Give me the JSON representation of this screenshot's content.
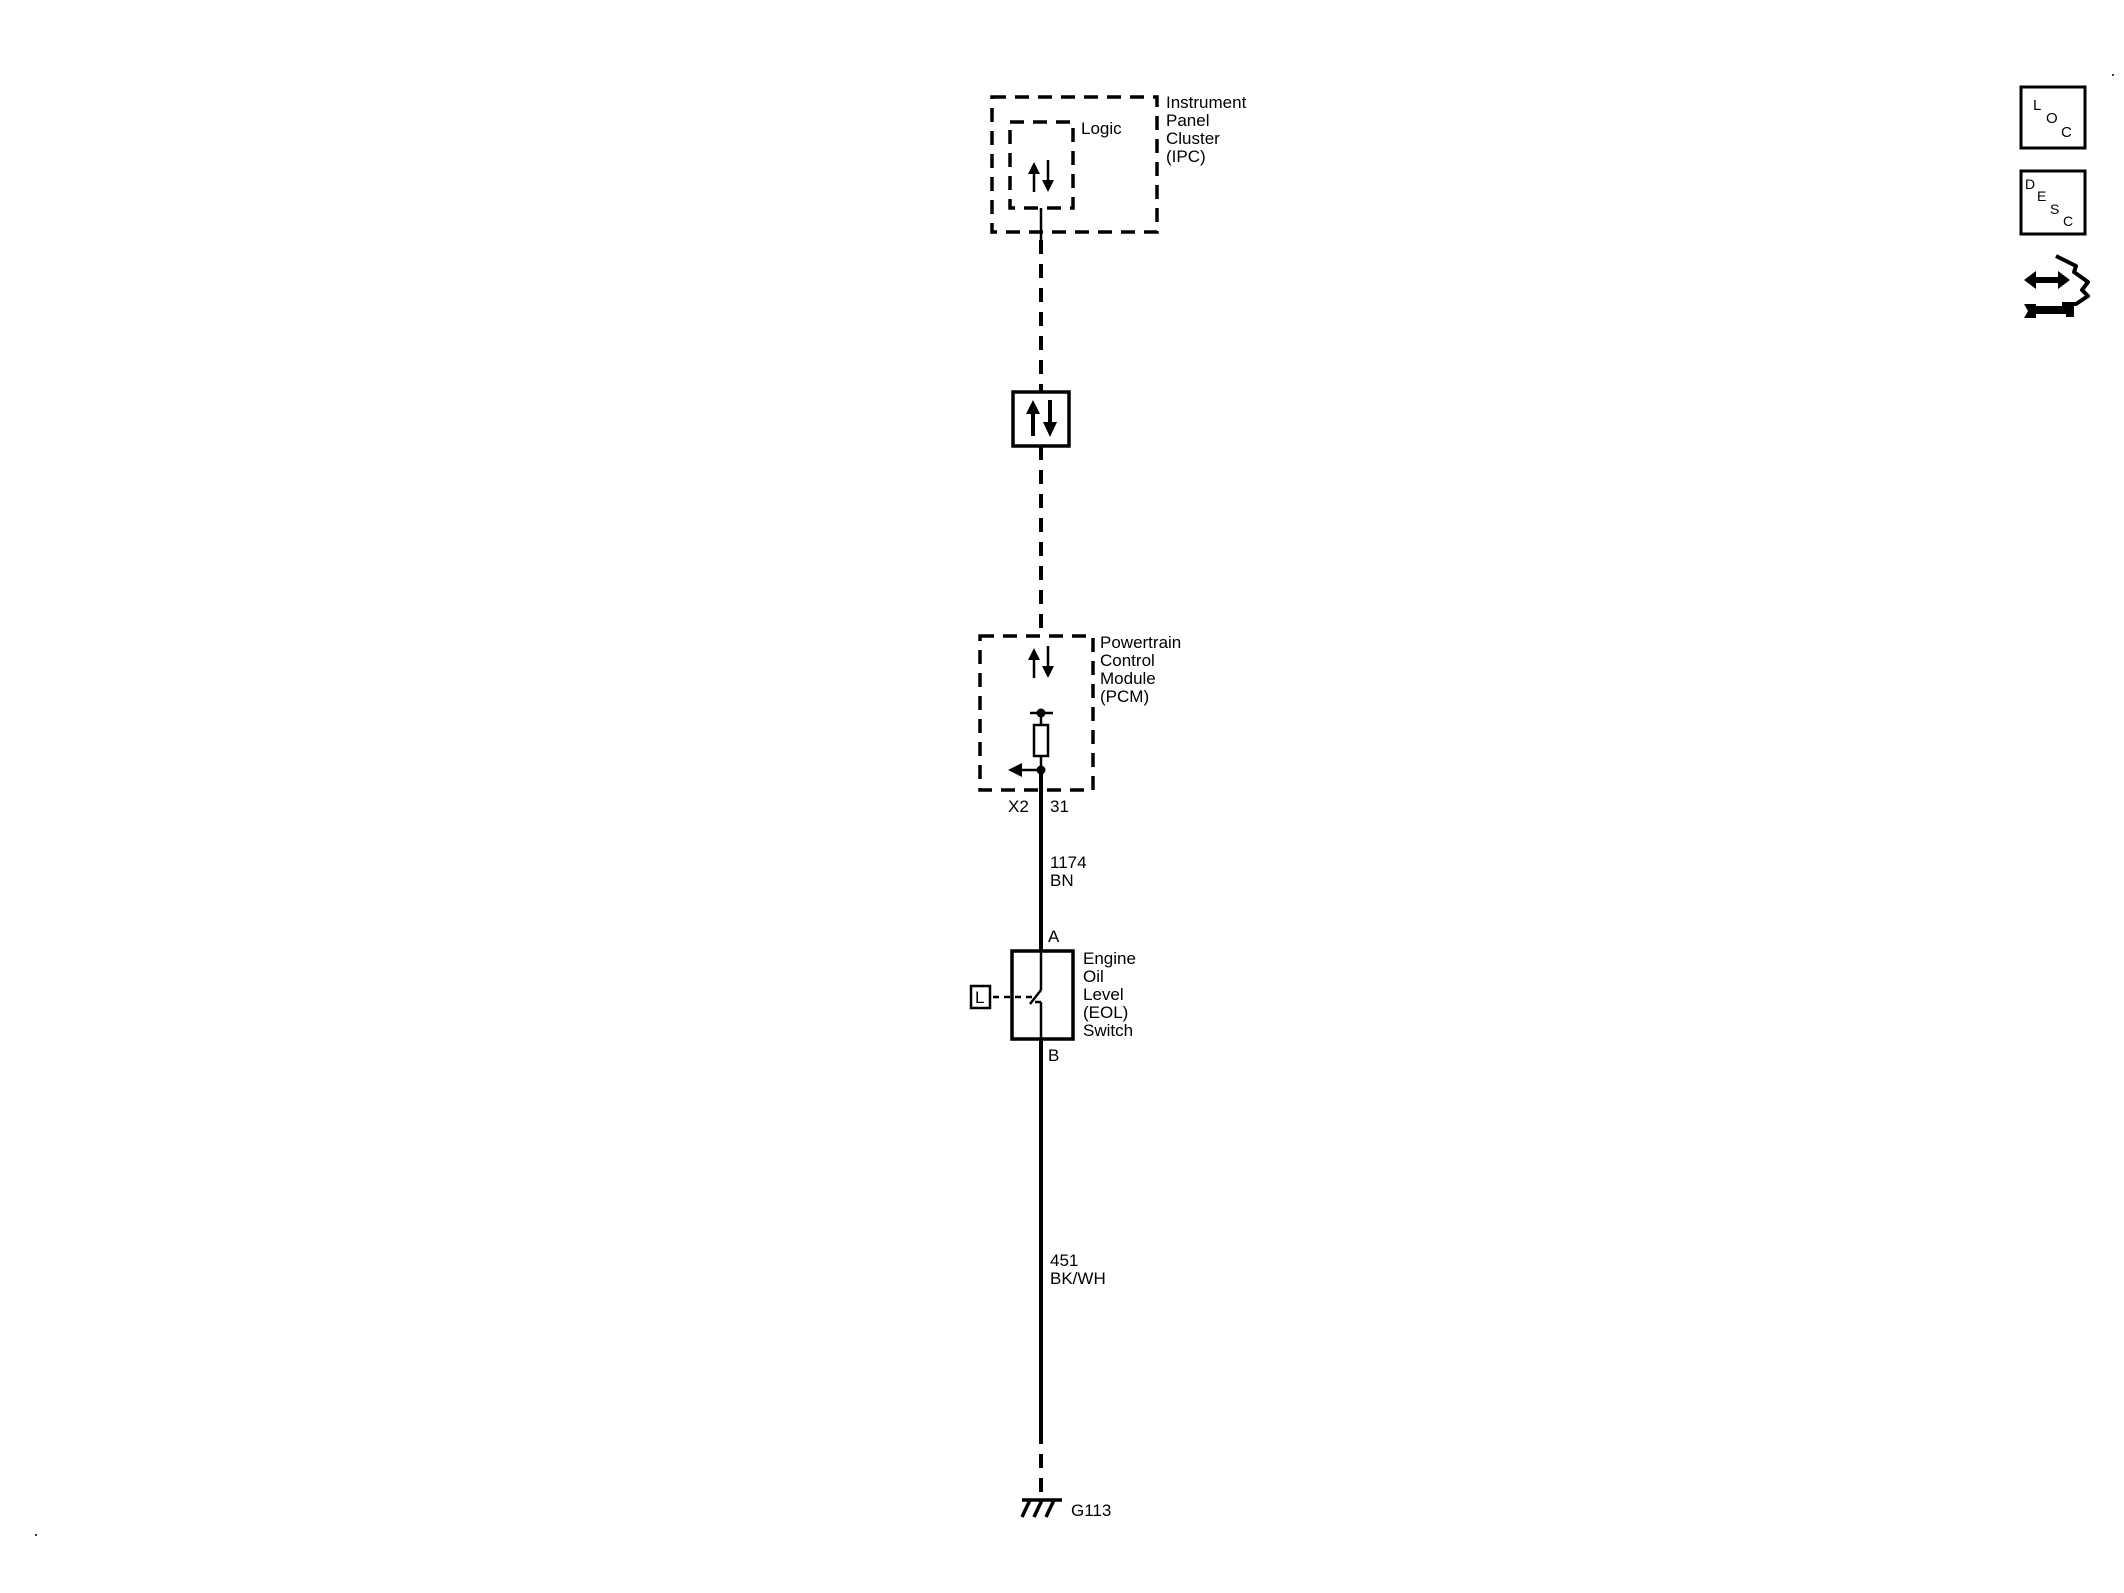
{
  "colors": {
    "background": "#ffffff",
    "ink": "#000000"
  },
  "ipc": {
    "label_lines": [
      "Instrument",
      "Panel",
      "Cluster",
      "(IPC)"
    ],
    "logic_label": "Logic"
  },
  "pcm": {
    "label_lines": [
      "Powertrain",
      "Control",
      "Module",
      "(PCM)"
    ],
    "connector": "X2",
    "pin": "31"
  },
  "wire_1174": {
    "circuit": "1174",
    "color": "BN"
  },
  "eol_switch": {
    "label_lines": [
      "Engine",
      "Oil",
      "Level",
      "(EOL)",
      "Switch"
    ],
    "terminal_a": "A",
    "terminal_b": "B",
    "link_box_label": "L"
  },
  "wire_451": {
    "circuit": "451",
    "color": "BK/WH"
  },
  "ground": {
    "label": "G113"
  },
  "side_icons": {
    "loc": {
      "letters": [
        "L",
        "O",
        "C"
      ]
    },
    "desc": {
      "letters": [
        "D",
        "E",
        "S",
        "C"
      ]
    },
    "tool_icon": "communication-tool-icon"
  }
}
